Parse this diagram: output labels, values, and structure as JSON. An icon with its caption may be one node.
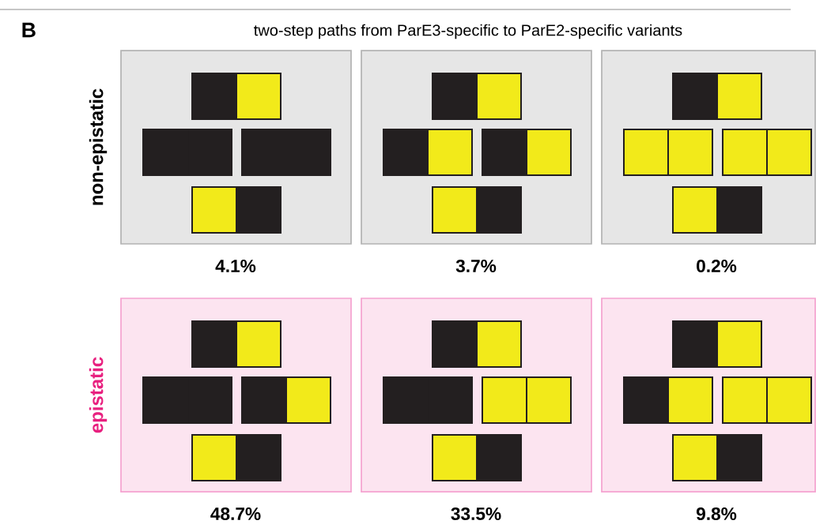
{
  "diagram": {
    "title": "two-step paths from ParE3-specific to ParE2-specific variants",
    "nodes": [
      {
        "text": [],
        "shape": "box",
        "beside": [
          "4.1%"
        ]
      },
      {
        "text": [],
        "shape": "box",
        "beside": [
          "3.7%"
        ]
      },
      {
        "text": [],
        "shape": "box",
        "beside": [
          "0.2%"
        ]
      },
      {
        "text": [],
        "shape": "box",
        "beside": [
          "48.7%"
        ]
      },
      {
        "text": [],
        "shape": "box",
        "beside": [
          "33.5%"
        ]
      },
      {
        "text": [],
        "shape": "box",
        "beside": [
          "9.8%"
        ]
      }
    ],
    "labels": [
      "B",
      "non-epistatic",
      "epistatic"
    ]
  }
}
